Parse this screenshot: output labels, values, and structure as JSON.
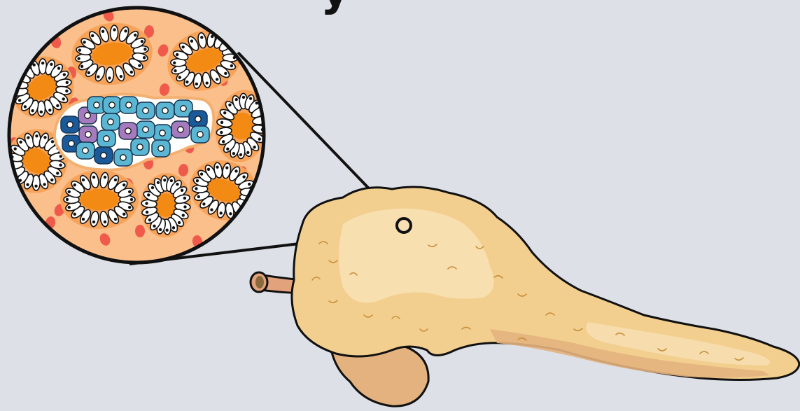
{
  "title_fragment": "y",
  "colors": {
    "background": "#dde1e7",
    "outline": "#111111",
    "pancreas_body": "#f3cf8f",
    "pancreas_highlight": "#f8e0b4",
    "pancreas_shadow": "#e4b27e",
    "duct": "#e2a27c",
    "duct_lumen": "#8a6a3c",
    "tissue_background": "#fbbf8c",
    "acinus_lumen": "#f38a14",
    "acinus_cells": "#ffffff",
    "blood_cells": "#ef5a4a",
    "islet_border": "#ffffff",
    "islet_alpha_light_blue": "#5ab6d2",
    "islet_beta_purple": "#a57bbd",
    "islet_dark_blue": "#1a5a9b",
    "zoom_lines": "#111111"
  },
  "objects": [
    "zoom-magnifier-circle",
    "acinus-cluster",
    "pancreatic-islet",
    "blood-cell",
    "pancreas-organ",
    "pancreatic-duct",
    "zoom-origin-point"
  ]
}
